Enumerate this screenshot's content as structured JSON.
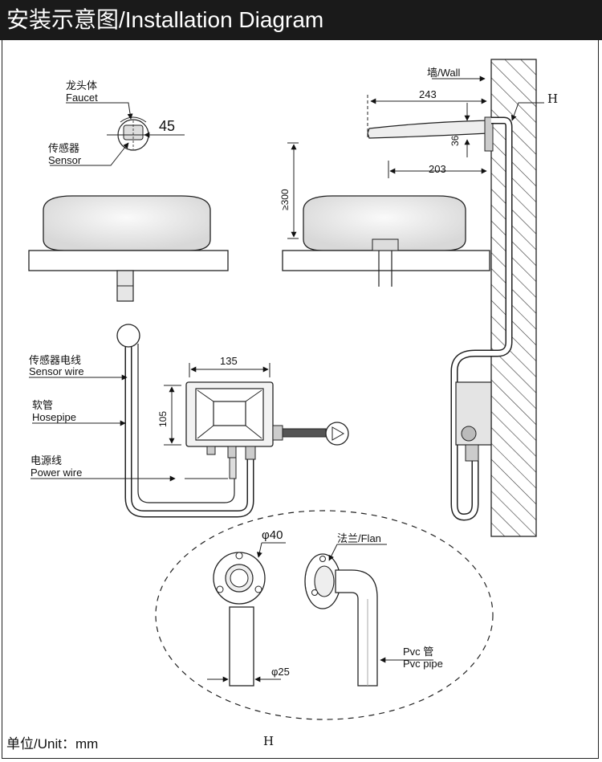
{
  "header": {
    "title": "安装示意图/Installation Diagram"
  },
  "labels": {
    "faucet_cn": "龙头体",
    "faucet_en": "Faucet",
    "sensor_cn": "传感器",
    "sensor_en": "Sensor",
    "sensor_wire_cn": "传感器电线",
    "sensor_wire_en": "Sensor wire",
    "hosepipe_cn": "软管",
    "hosepipe_en": "Hosepipe",
    "power_wire_cn": "电源线",
    "power_wire_en": "Power wire",
    "wall": "墙/Wall",
    "flan": "法兰/Flan",
    "pvc_cn": "Pvc 管",
    "pvc_en": "Pvc pipe",
    "h_mark": "H"
  },
  "dimensions": {
    "sensor_angle": "45",
    "reach": "243",
    "spout_height": "36",
    "spout_reach": "203",
    "min_height": "≥300",
    "box_width": "135",
    "box_height": "105",
    "flange_dia": "φ40",
    "pipe_dia": "φ25"
  },
  "footer": {
    "unit": "单位/Unit：mm",
    "h_mark": "H"
  }
}
